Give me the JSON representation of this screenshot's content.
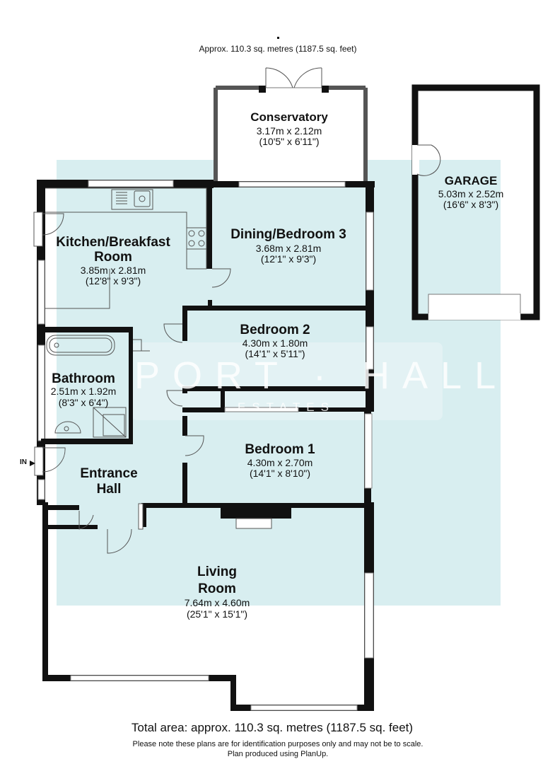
{
  "header": {
    "area_top": "Approx. 110.3 sq. metres (1187.5 sq. feet)"
  },
  "watermark": {
    "brand": "PORT · HALL",
    "sub": "ESTATES"
  },
  "rooms": {
    "conservatory": {
      "name": "Conservatory",
      "dim_m": "3.17m x 2.12m",
      "dim_ft": "(10'5\" x 6'11\")"
    },
    "garage": {
      "name": "GARAGE",
      "dim_m": "5.03m x 2.52m",
      "dim_ft": "(16'6\" x 8'3\")"
    },
    "kitchen": {
      "name1": "Kitchen/Breakfast",
      "name2": "Room",
      "dim_m": "3.85m x 2.81m",
      "dim_ft": "(12'8\" x 9'3\")"
    },
    "dining": {
      "name": "Dining/Bedroom 3",
      "dim_m": "3.68m x 2.81m",
      "dim_ft": "(12'1\" x 9'3\")"
    },
    "bedroom2": {
      "name": "Bedroom 2",
      "dim_m": "4.30m x 1.80m",
      "dim_ft": "(14'1\" x 5'11\")"
    },
    "bathroom": {
      "name": "Bathroom",
      "dim_m": "2.51m x 1.92m",
      "dim_ft": "(8'3\" x 6'4\")"
    },
    "bedroom1": {
      "name": "Bedroom 1",
      "dim_m": "4.30m x 2.70m",
      "dim_ft": "(14'1\" x 8'10\")"
    },
    "entrance": {
      "name1": "Entrance",
      "name2": "Hall"
    },
    "living": {
      "name1": "Living",
      "name2": "Room",
      "dim_m": "7.64m x 4.60m",
      "dim_ft": "(25'1\" x 15'1\")"
    }
  },
  "entry_label": "IN",
  "footer": {
    "total": "Total area: approx. 110.3 sq. metres (1187.5 sq. feet)",
    "note1": "Please note these plans are for identification purposes only and may not be to scale.",
    "note2": "Plan produced using PlanUp."
  },
  "colors": {
    "wall": "#111111",
    "watermark_bg": "#d8eef0",
    "window": "#ffffff"
  }
}
